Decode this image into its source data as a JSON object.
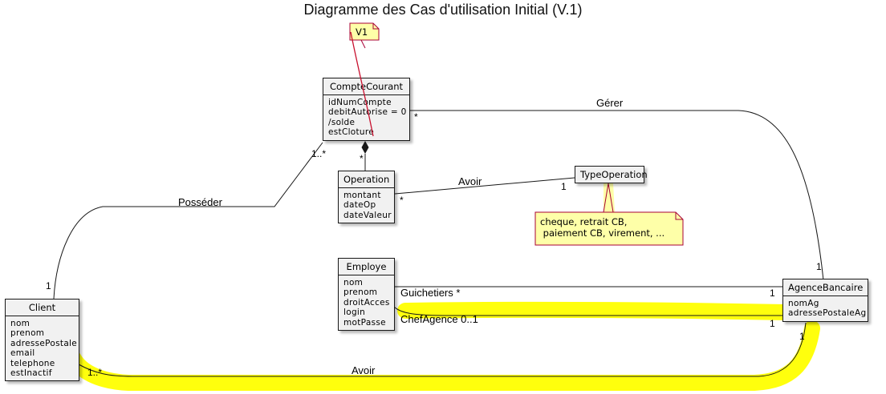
{
  "title": "Diagramme des Cas d'utilisation Initial (V.1)",
  "classes": {
    "compte_courant": {
      "name": "CompteCourant",
      "attributes": [
        "idNumCompte",
        "debitAutorise = 0",
        "/solde",
        "estCloture"
      ]
    },
    "operation": {
      "name": "Operation",
      "attributes": [
        "montant",
        "dateOp",
        "dateValeur"
      ]
    },
    "type_operation": {
      "name": "TypeOperation",
      "attributes": []
    },
    "employe": {
      "name": "Employe",
      "attributes": [
        "nom",
        "prenom",
        "droitAcces",
        "login",
        "motPasse"
      ]
    },
    "client": {
      "name": "Client",
      "attributes": [
        "nom",
        "prenom",
        "adressePostale",
        "email",
        "telephone",
        "estInactif"
      ]
    },
    "agence_bancaire": {
      "name": "AgenceBancaire",
      "attributes": [
        "nomAg",
        "adressePostaleAg"
      ]
    }
  },
  "notes": {
    "v1": "V1",
    "type_operation": [
      "cheque, retrait CB,",
      " paiement CB, virement, ..."
    ]
  },
  "associations": {
    "gerer": {
      "label": "Gérer",
      "mult_compte": "*",
      "mult_agence": "1"
    },
    "posseder": {
      "label": "Posséder",
      "mult_client": "1",
      "mult_compte": "1..*"
    },
    "composition": {
      "mult_operation": "*"
    },
    "avoir_type": {
      "label": "Avoir",
      "mult_operation": "*",
      "mult_type": "1"
    },
    "guichetiers": {
      "label": "Guichetiers *",
      "mult_agence": "1"
    },
    "chef_agence": {
      "label": "ChefAgence 0..1",
      "mult_agence": "1"
    },
    "avoir_client": {
      "label": "Avoir",
      "mult_client": "1..*",
      "mult_agence": "1"
    }
  },
  "colors": {
    "class_fill": "#f1f1f1",
    "note_fill": "#feffa8",
    "note_border": "#a80036",
    "highlight": "#ffff00",
    "annotation_red": "#c8102e"
  }
}
